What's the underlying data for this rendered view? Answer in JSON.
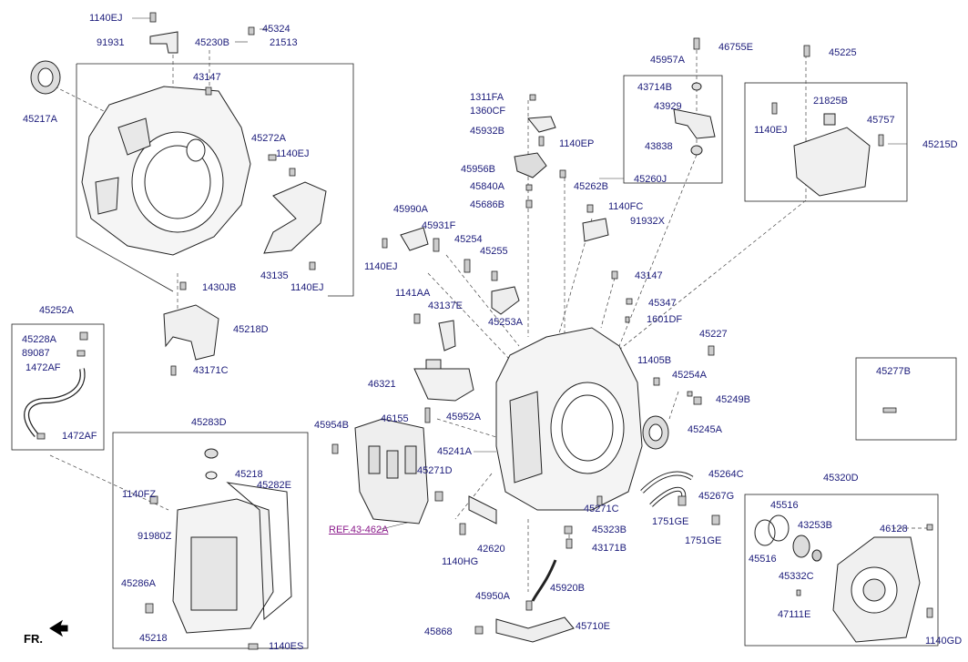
{
  "labels": {
    "l1140ej_a": "1140EJ",
    "l45324": "45324",
    "l91931": "91931",
    "l45230b": "45230B",
    "l21513": "21513",
    "l45217a": "45217A",
    "l43147_a": "43147",
    "l45272a": "45272A",
    "l1140ej_b": "1140EJ",
    "l43135": "43135",
    "l1140ej_c": "1140EJ",
    "l1430jb": "1430JB",
    "l45218d": "45218D",
    "l43171c": "43171C",
    "l45252a": "45252A",
    "l45228a": "45228A",
    "l89087": "89087",
    "l1472af_a": "1472AF",
    "l1472af_b": "1472AF",
    "l45283d": "45283D",
    "l45218_a": "45218",
    "l1140fz": "1140FZ",
    "l45282e": "45282E",
    "l91980z": "91980Z",
    "l45286a": "45286A",
    "l45218_b": "45218",
    "l1140es": "1140ES",
    "l1311fa": "1311FA",
    "l1360cf": "1360CF",
    "l45932b": "45932B",
    "l1140ep": "1140EP",
    "l45956b": "45956B",
    "l45840a": "45840A",
    "l45686b": "45686B",
    "l45262b": "45262B",
    "l45260j": "45260J",
    "l1140fc": "1140FC",
    "l91932x": "91932X",
    "l45990a": "45990A",
    "l45931f": "45931F",
    "l45254": "45254",
    "l45255": "45255",
    "l1140ej_d": "1140EJ",
    "l1141aa": "1141AA",
    "l43137e": "43137E",
    "l45253a": "45253A",
    "l43147_b": "43147",
    "l45347": "45347",
    "l1601df": "1601DF",
    "l45227": "45227",
    "l11405b": "11405B",
    "l45254a": "45254A",
    "l45249b": "45249B",
    "l46321": "46321",
    "l46155": "46155",
    "l45952a": "45952A",
    "l45954b": "45954B",
    "l45245a": "45245A",
    "l45241a": "45241A",
    "l45271d": "45271D",
    "l45264c": "45264C",
    "l45267g": "45267G",
    "l45271c": "45271C",
    "l1751ge_a": "1751GE",
    "l1751ge_b": "1751GE",
    "l45323b": "45323B",
    "l43171b": "43171B",
    "l42620": "42620",
    "l1140hg": "1140HG",
    "l45920b": "45920B",
    "l45950a": "45950A",
    "l45710e": "45710E",
    "l45868": "45868",
    "l45957a": "45957A",
    "l46755e": "46755E",
    "l43714b": "43714B",
    "l43929": "43929",
    "l43838": "43838",
    "l45225": "45225",
    "l21825b": "21825B",
    "l1140ej_e": "1140EJ",
    "l45757": "45757",
    "l45215d": "45215D",
    "l45277b": "45277B",
    "l45320d": "45320D",
    "l45516_a": "45516",
    "l43253b": "43253B",
    "l46128": "46128",
    "l45516_b": "45516",
    "l45332c": "45332C",
    "l47111e": "47111E",
    "l1140gd": "1140GD",
    "ref": "REF.43-462A",
    "fr": "FR."
  }
}
